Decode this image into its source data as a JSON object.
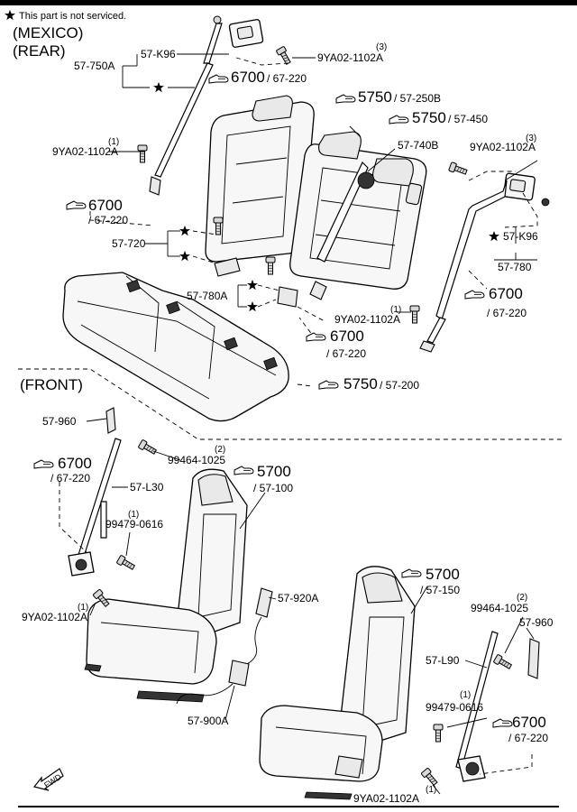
{
  "note": {
    "text": "This part is not serviced."
  },
  "sections": {
    "rear_mexico": "(MEXICO)",
    "rear": "(REAR)",
    "front": "(FRONT)"
  },
  "fwd_arrow": "FWD",
  "labels": {
    "k96_left": "57-K96",
    "belt_750a": "57-750A",
    "bolt_top": "9YA02-1102A",
    "bolt_top_qty": "(3)",
    "ref_6700_top_main": "6700",
    "ref_6700_top_sub": "/ 67-220",
    "ref_5750_250b_main": "5750",
    "ref_5750_250b_sub": "/ 57-250B",
    "ref_5750_450_main": "5750",
    "ref_5750_450_sub": "/ 57-450",
    "l740b": "57-740B",
    "bolt_left_qty": "(1)",
    "bolt_left": "9YA02-1102A",
    "bolt_right_qty": "(3)",
    "bolt_right": "9YA02-1102A",
    "ref_6700_left_main": "6700",
    "ref_6700_left_sub": "/ 67-220",
    "l720": "57-720",
    "k96_right": "57-K96",
    "l780": "57-780",
    "l780a": "57-780A",
    "ref_6700_right_main": "6700",
    "ref_6700_right_sub": "/ 67-220",
    "bolt_mid_qty": "(1)",
    "bolt_mid": "9YA02-1102A",
    "ref_6700_mid_main": "6700",
    "ref_6700_mid_sub": "/ 67-220",
    "ref_5750_200_main": "5750",
    "ref_5750_200_sub": "/ 57-200",
    "l960_left": "57-960",
    "bolt_99464_left_qty": "(2)",
    "bolt_99464_left": "99464-1025",
    "ref_6700_front_left_main": "6700",
    "ref_6700_front_left_sub": "/ 67-220",
    "l30": "57-L30",
    "ref_5700_100_main": "5700",
    "ref_5700_100_sub": "/ 57-100",
    "bolt_99479_left_qty": "(1)",
    "bolt_99479_left": "99479-0616",
    "bolt_front_left_qty": "(1)",
    "bolt_front_left": "9YA02-1102A",
    "l920a": "57-920A",
    "ref_5700_150_main": "5700",
    "ref_5700_150_sub": "/ 57-150",
    "bolt_99464_right_qty": "(2)",
    "bolt_99464_right": "99464-1025",
    "l960_right": "57-960",
    "l90": "57-L90",
    "l900a": "57-900A",
    "bolt_99479_right_qty": "(1)",
    "bolt_99479_right": "99479-0616",
    "ref_6700_front_right_main": "6700",
    "ref_6700_front_right_sub": "/ 67-220",
    "bolt_front_right_qty": "(1)",
    "bolt_front_right": "9YA02-1102A"
  }
}
